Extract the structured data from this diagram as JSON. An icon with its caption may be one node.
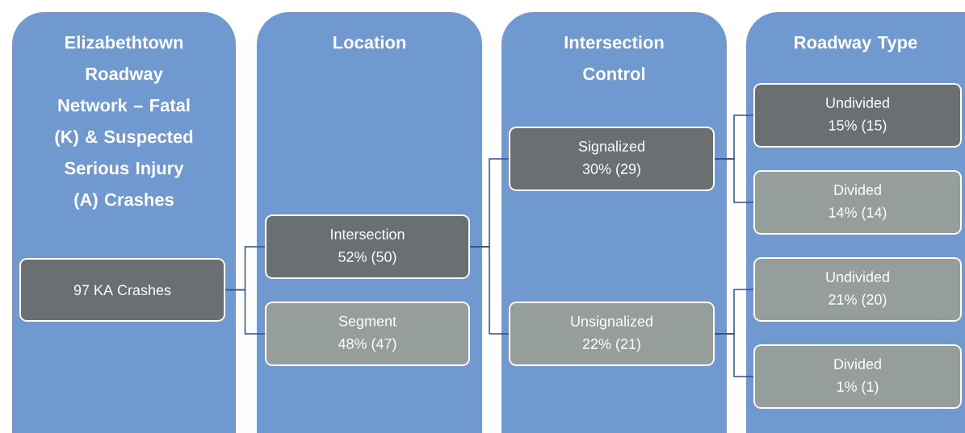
{
  "diagram": {
    "nodes": [
      {
        "text": [
          "Elizabethtown Roadway Network – Fatal (K) & Suspected Serious Injury (A) Crashes"
        ]
      },
      {
        "text": [
          "Location"
        ]
      },
      {
        "text": [
          "Intersection Control"
        ]
      },
      {
        "text": [
          "Roadway Type"
        ]
      },
      {
        "text": [
          "97 KA Crashes"
        ],
        "in": 0
      },
      {
        "text": [
          "Intersection",
          "52% (50)"
        ],
        "in": 1
      },
      {
        "text": [
          "Segment",
          "48% (47)"
        ],
        "in": 1
      },
      {
        "text": [
          "Signalized",
          "30% (29)"
        ],
        "in": 2
      },
      {
        "text": [
          "Unsignalized",
          "22% (21)"
        ],
        "in": 2
      },
      {
        "text": [
          "Undivided",
          "15% (15)"
        ],
        "in": 3
      },
      {
        "text": [
          "Divided",
          "14% (14)"
        ],
        "in": 3
      },
      {
        "text": [
          "Undivided",
          "21% (20)"
        ],
        "in": 3
      },
      {
        "text": [
          "Divided",
          "1% (1)"
        ],
        "in": 3
      }
    ],
    "edges": [
      {
        "from": 4,
        "to": 5,
        "arrow": "none"
      },
      {
        "from": 4,
        "to": 6,
        "arrow": "none"
      },
      {
        "from": 5,
        "to": 7,
        "arrow": "none"
      },
      {
        "from": 5,
        "to": 8,
        "arrow": "none"
      },
      {
        "from": 7,
        "to": 9,
        "arrow": "none"
      },
      {
        "from": 7,
        "to": 10,
        "arrow": "none"
      },
      {
        "from": 8,
        "to": 11,
        "arrow": "none"
      },
      {
        "from": 8,
        "to": 12,
        "arrow": "none"
      }
    ]
  }
}
